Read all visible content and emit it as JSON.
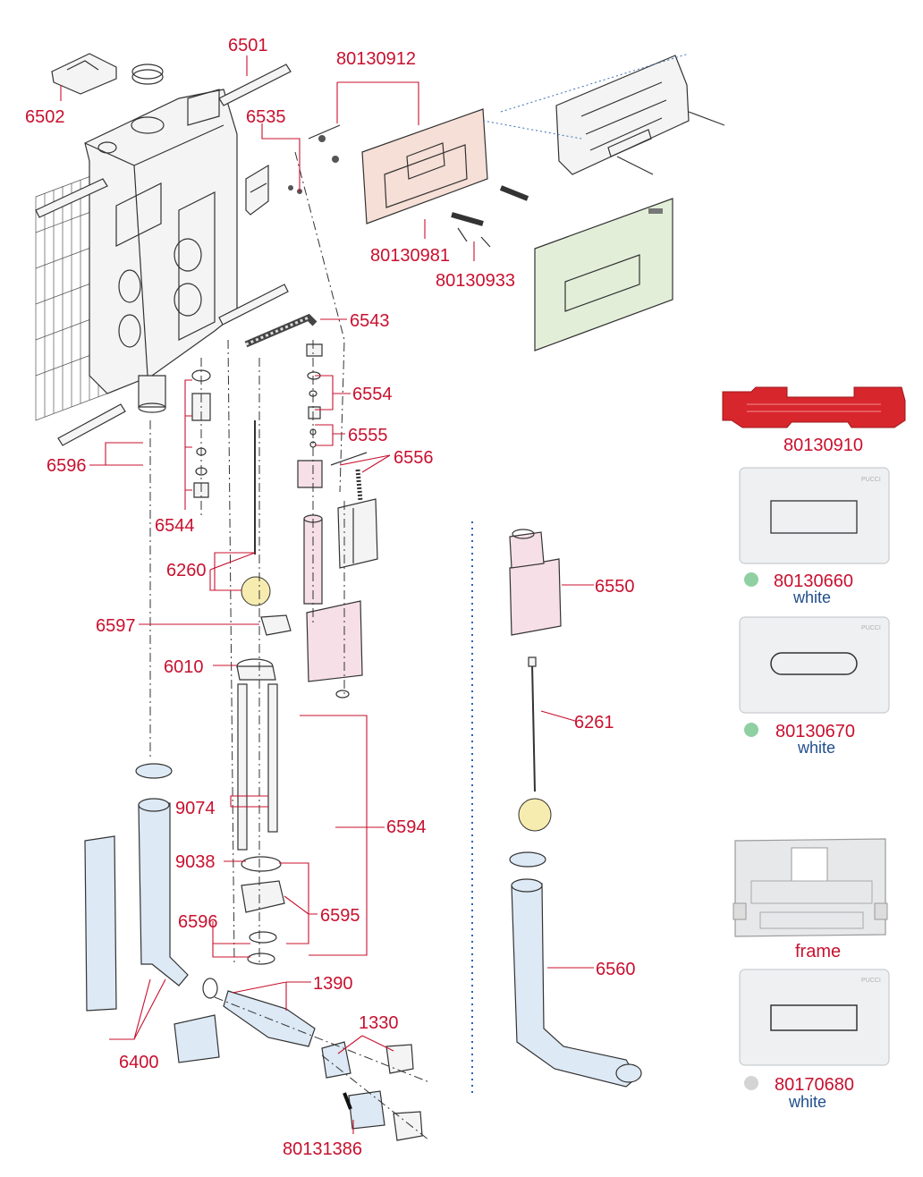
{
  "parts": {
    "p6501": "6501",
    "p6502": "6502",
    "p6535": "6535",
    "p80130912": "80130912",
    "p80130981": "80130981",
    "p80130933": "80130933",
    "p6543": "6543",
    "p6554": "6554",
    "p6555": "6555",
    "p6556": "6556",
    "p6596a": "6596",
    "p6544": "6544",
    "p6260": "6260",
    "p6597": "6597",
    "p6010": "6010",
    "p9074": "9074",
    "p6594": "6594",
    "p9038": "9038",
    "p6595": "6595",
    "p6596b": "6596",
    "p1390": "1390",
    "p1330": "1330",
    "p6400": "6400",
    "p80131386": "80131386",
    "p6550": "6550",
    "p6261": "6261",
    "p6560": "6560"
  },
  "catalog": {
    "frame_red": {
      "code": "80130910",
      "color": "#d7262c"
    },
    "plate1": {
      "code": "80130660",
      "variant": "white",
      "dot_color": "#8fd0a3"
    },
    "plate2": {
      "code": "80130670",
      "variant": "white",
      "dot_color": "#8fd0a3"
    },
    "frame_grey": {
      "code": "frame"
    },
    "plate3": {
      "code": "80170680",
      "variant": "white",
      "dot_color": "#d4d4d4"
    },
    "plate_brand": "PUCCI"
  },
  "colors": {
    "label": "#c8102e",
    "variant_text": "#1f4e8c",
    "divider": "#2b63b8",
    "plate_green": "#e3eed8",
    "pipe_blue": "#dde9f5",
    "part_pink": "#f6dfe7"
  }
}
